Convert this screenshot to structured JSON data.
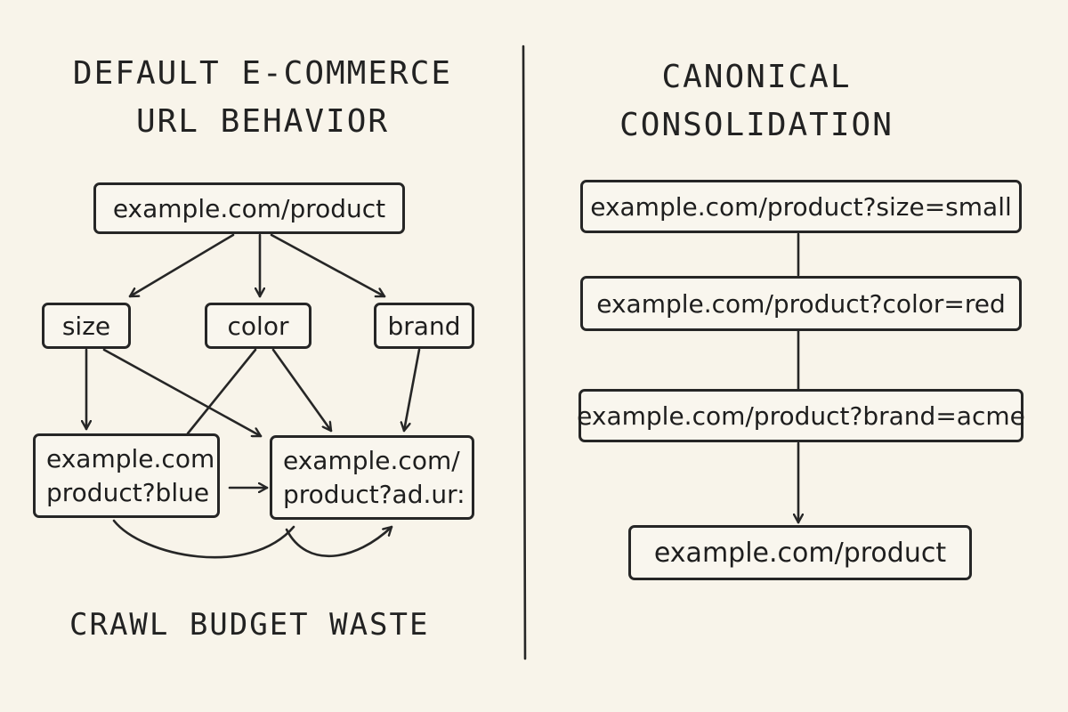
{
  "left_panel": {
    "title_line1": "DEFAULT E-COMMERCE",
    "title_line2": "URL BEHAVIOR",
    "root_node": "example.com/product",
    "facets": {
      "size": "size",
      "color": "color",
      "brand": "brand"
    },
    "variant_a": {
      "line1": "example.com",
      "line2": "product?blue"
    },
    "variant_b": {
      "line1": "example.com/",
      "line2": "product?ad.ur:"
    },
    "footer": "CRAWL BUDGET WASTE"
  },
  "right_panel": {
    "title_line1": "CANONICAL",
    "title_line2": "CONSOLIDATION",
    "urls": [
      "example.com/product?size=small",
      "example.com/product?color=red",
      "example.com/product?brand=acme"
    ],
    "canonical": "example.com/product"
  },
  "colors": {
    "background": "#f8f4ea",
    "ink": "#222222"
  }
}
